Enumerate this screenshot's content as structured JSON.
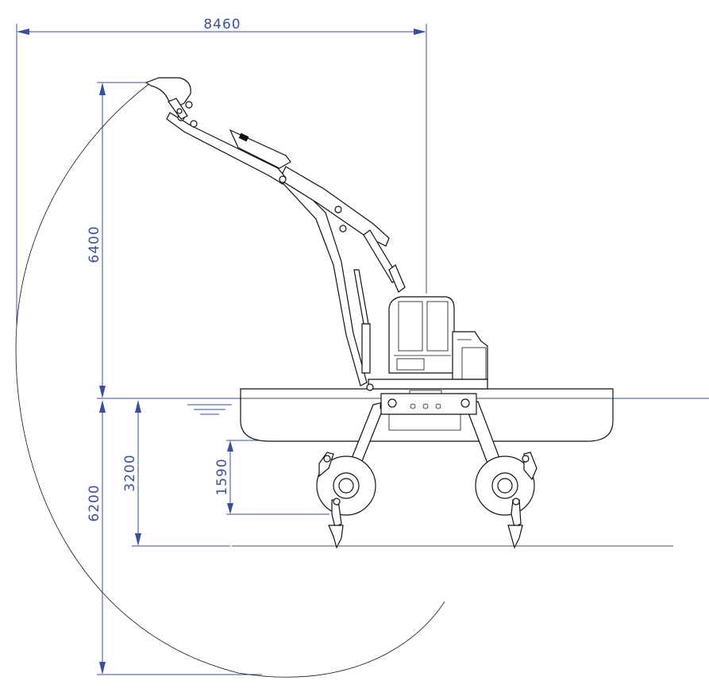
{
  "dimensions": {
    "max_reach": "8460",
    "max_height_above_water": "6400",
    "max_depth_below_water": "6200",
    "depth_platform_to_bottom": "3200",
    "leg_clearance": "1590"
  },
  "colors": {
    "dimension": "#3a4f9e",
    "line": "#111111",
    "background": "#ffffff"
  },
  "icons": {
    "water_level": "water-level-symbol"
  }
}
